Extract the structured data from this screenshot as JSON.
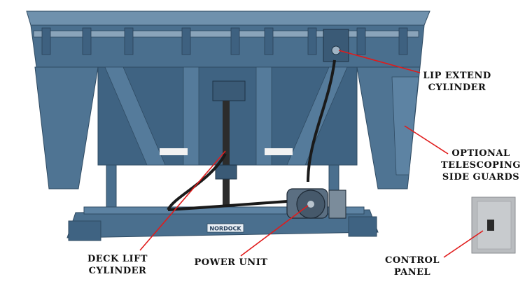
{
  "labels": {
    "lip_extend_cylinder": [
      "LIP EXTEND",
      "CYLINDER"
    ],
    "telescoping_side_guards": [
      "OPTIONAL",
      "TELESCOPING",
      "SIDE GUARDS"
    ],
    "deck_lift_cylinder": [
      "DECK LIFT",
      "CYLINDER"
    ],
    "power_unit": [
      "POWER UNIT"
    ],
    "control_panel": [
      "CONTROL",
      "PANEL"
    ]
  },
  "brand_plate": "NORDOCK",
  "colors": {
    "frame_blue": "#4a6f8e",
    "frame_dark": "#2f4b63",
    "frame_light": "#6f91ad",
    "pointer_red": "#e01b1b",
    "panel_gray": "#b9bcbf"
  }
}
